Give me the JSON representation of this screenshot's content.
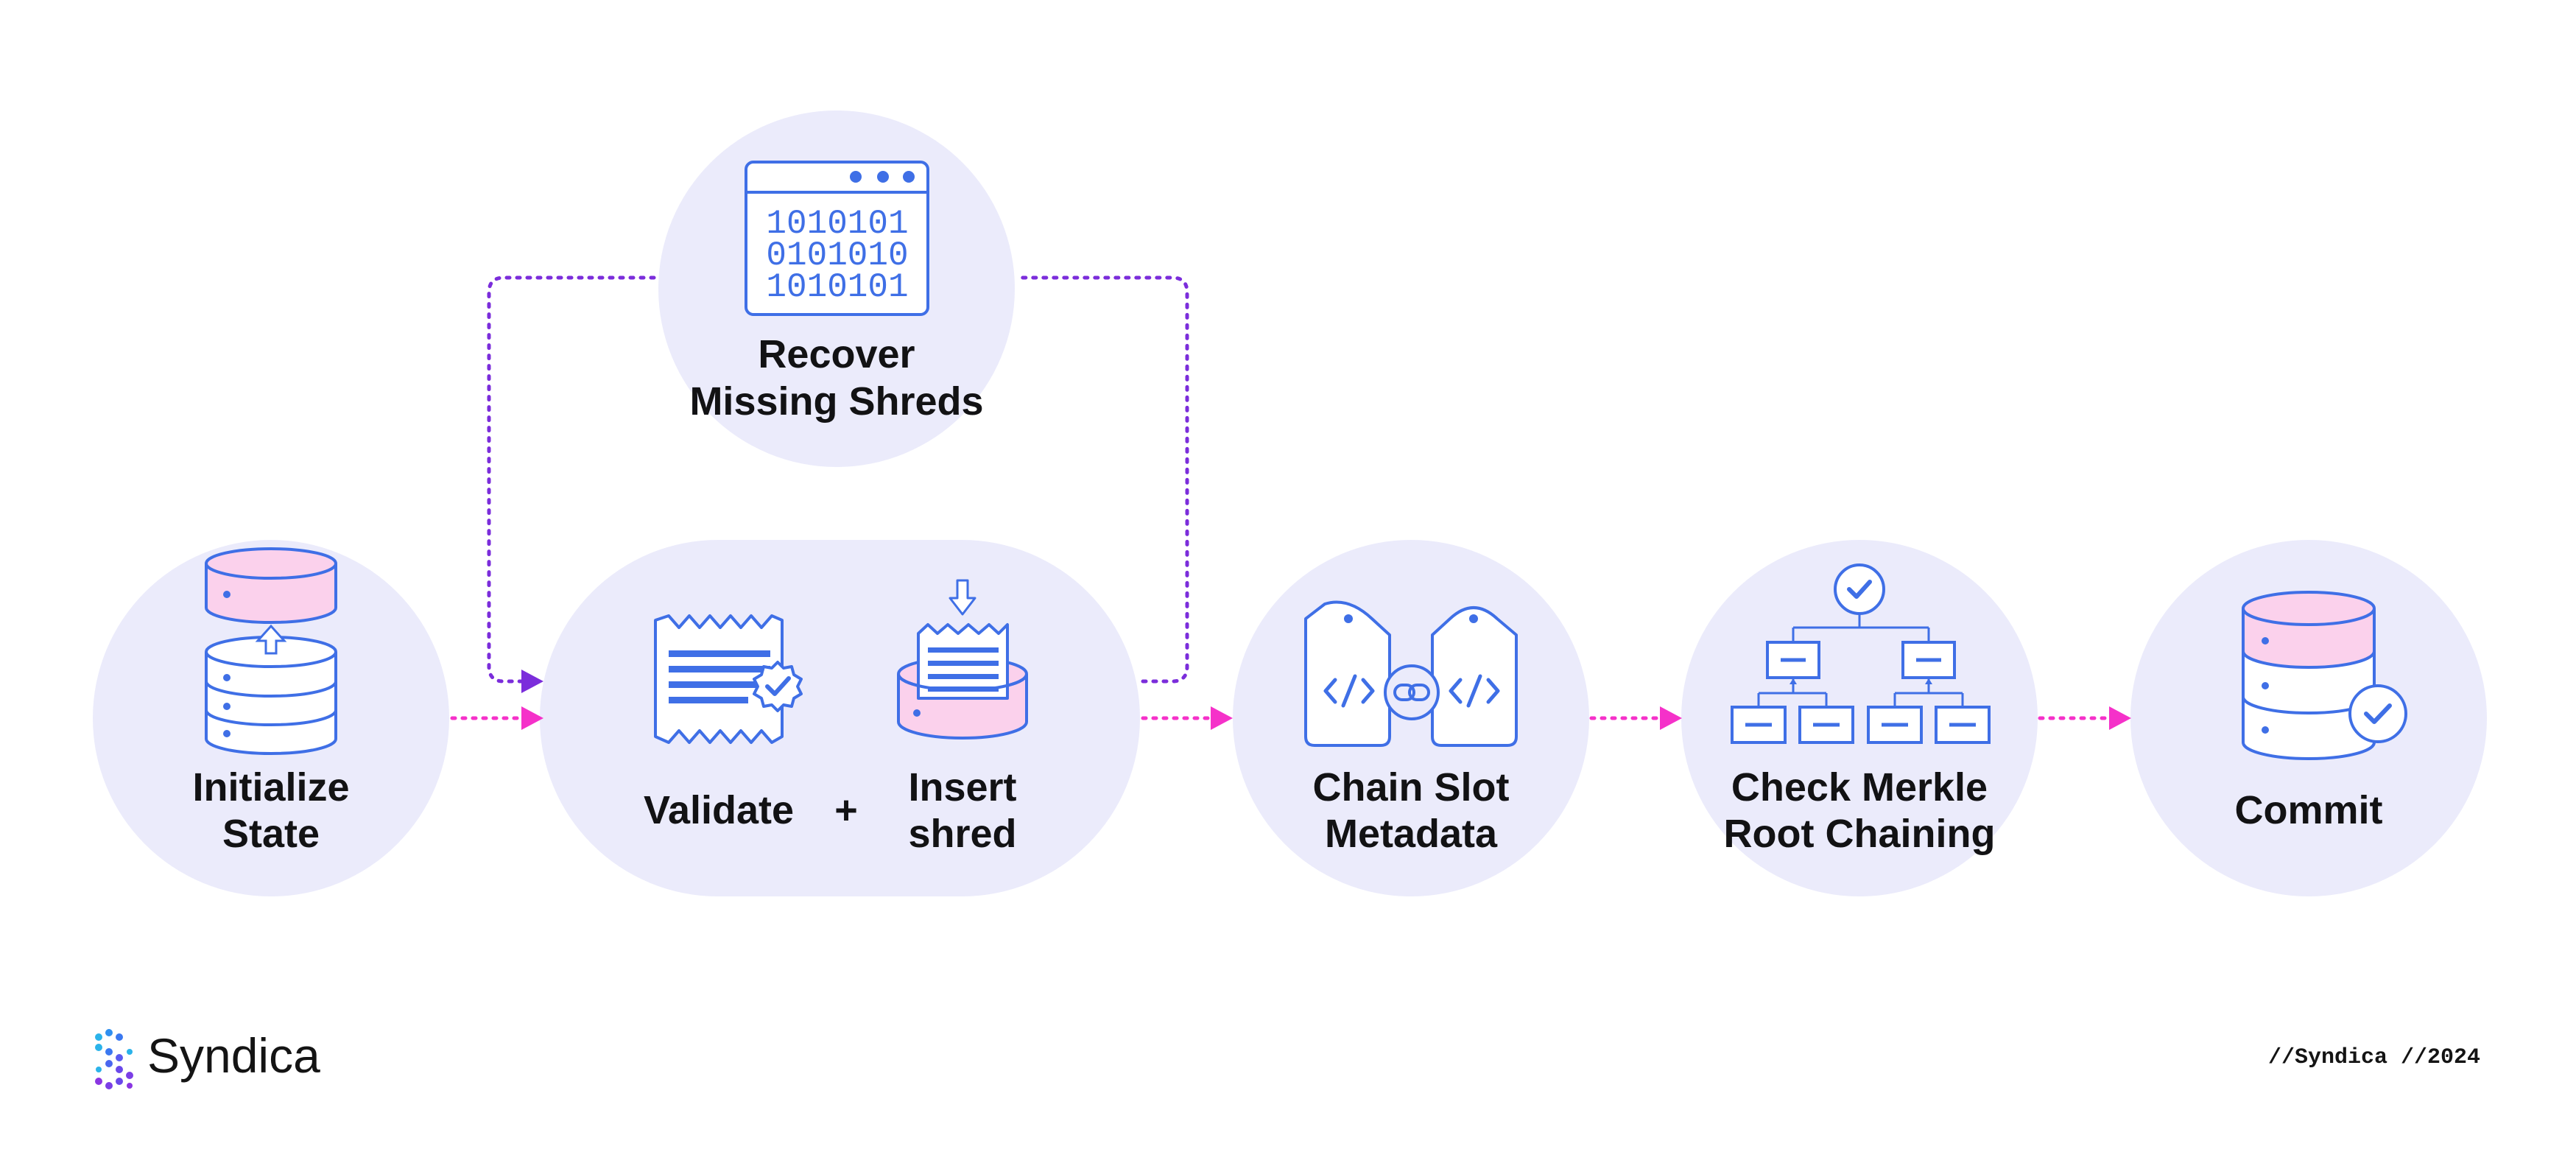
{
  "colors": {
    "node_fill": "#ebebfb",
    "icon_stroke": "#3f6fe6",
    "icon_pink": "#fbd1ec",
    "arrow_magenta": "#f531c9",
    "arrow_purple": "#7b2ddb",
    "text": "#121214"
  },
  "nodes": {
    "initialize": {
      "line1": "Initialize",
      "line2": "State",
      "icon": "database-upload-icon"
    },
    "recover": {
      "line1": "Recover",
      "line2": "Missing Shreds",
      "icon": "binary-window-icon",
      "binary": [
        "1010101",
        "0101010",
        "1010101"
      ]
    },
    "validate": {
      "label": "Validate",
      "icon": "verified-receipt-icon"
    },
    "plus": "+",
    "insert": {
      "line1": "Insert",
      "line2": "shred",
      "icon": "insert-shred-icon"
    },
    "chain_slot": {
      "line1": "Chain Slot",
      "line2": "Metadata",
      "icon": "linked-code-tags-icon"
    },
    "merkle": {
      "line1": "Check Merkle",
      "line2": "Root Chaining",
      "icon": "merkle-tree-icon"
    },
    "commit": {
      "label": "Commit",
      "icon": "database-check-icon"
    }
  },
  "footer": {
    "brand": "Syndica",
    "tag": "//Syndica //2024"
  }
}
